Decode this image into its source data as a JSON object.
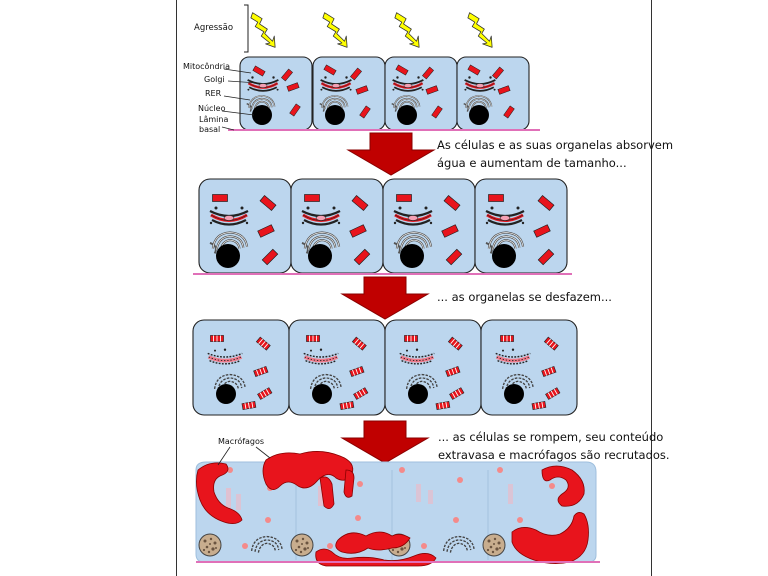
{
  "labels": {
    "aggression": "Agressão",
    "mitochondria": "Mitocôndria",
    "golgi": "Golgi",
    "rer": "RER",
    "nucleus": "Núcleo",
    "basal_lamina_line1": "Lâmina",
    "basal_lamina_line2": "basal",
    "macrophages": "Macrófagos"
  },
  "captions": {
    "stage1_line1": "As células e as suas organelas absorvem",
    "stage1_line2": "água e aumentam de tamanho...",
    "stage2": "... as organelas se desfazem...",
    "stage3_line1": "... as células se rompem, seu conteúdo",
    "stage3_line2": "extravasa e macrófagos são recrutados."
  },
  "colors": {
    "cell_fill": "#bcd6ee",
    "cell_stroke": "#222222",
    "mitochondria": "#e8141c",
    "basal_lamina": "#e070b8",
    "arrow": "#c00000",
    "lightning": "#ffff00",
    "nucleus": "#000000",
    "macrophage": "#e8141c"
  },
  "icons": {
    "aggression": "lightning-bolt-icon",
    "transition": "down-arrow-icon"
  }
}
